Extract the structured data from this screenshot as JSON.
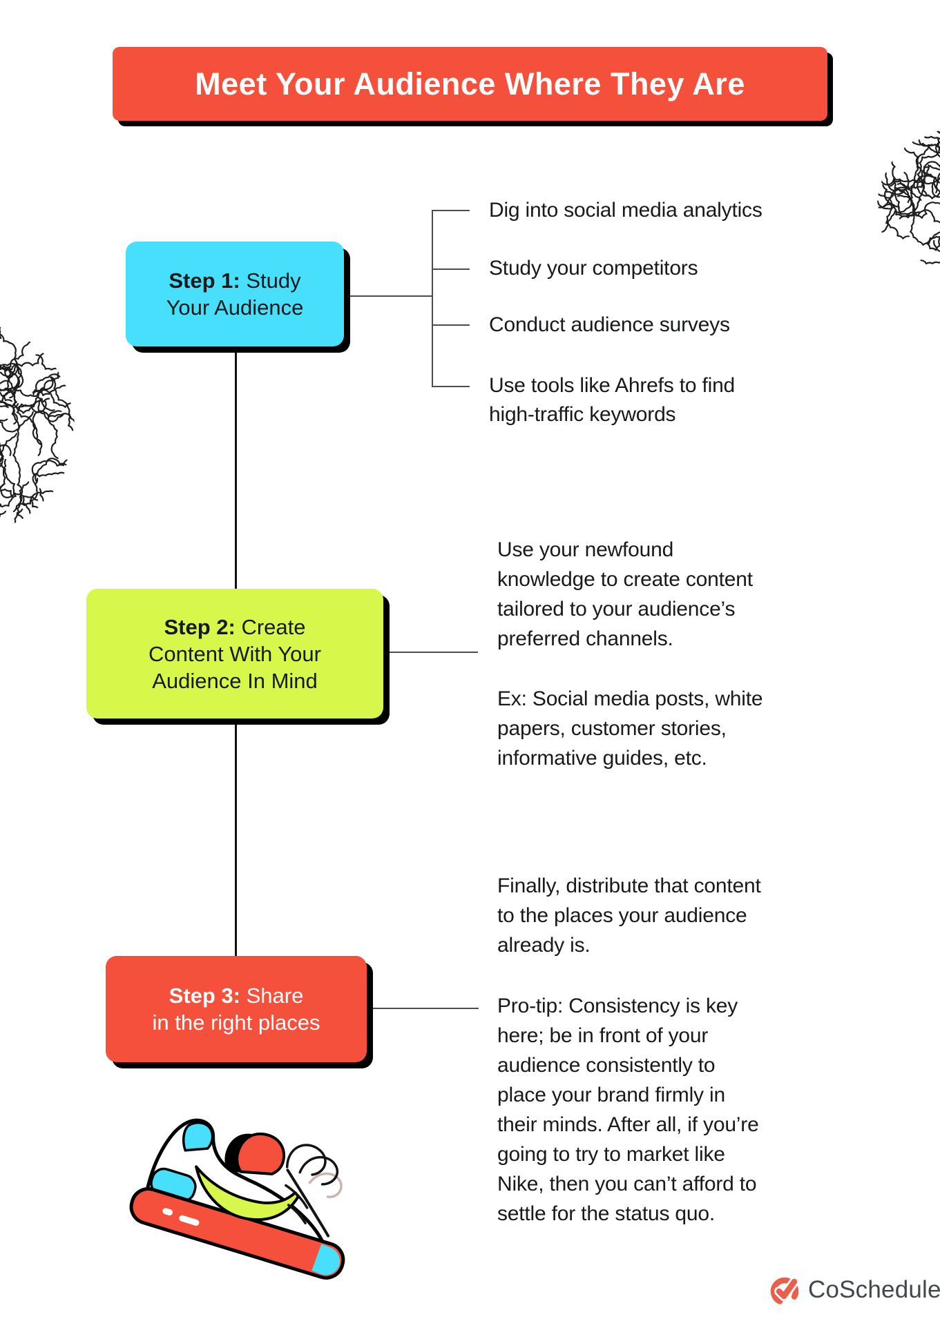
{
  "title": "Meet Your Audience Where They Are",
  "steps": [
    {
      "prefix": "Step 1:",
      "rest": " Study\nYour Audience",
      "color": "#47dffc"
    },
    {
      "prefix": "Step 2:",
      "rest": " Create\nContent With Your\nAudience In Mind",
      "color": "#d7f74b"
    },
    {
      "prefix": "Step 3:",
      "rest": " Share\nin the right places",
      "color": "#f4503c"
    }
  ],
  "step1_items": [
    "Dig into social media analytics",
    "Study your competitors",
    "Conduct audience surveys",
    "Use tools like Ahrefs to find\nhigh-traffic keywords"
  ],
  "step2_paragraphs": [
    "Use your newfound\nknowledge to create content\ntailored to your audience’s\npreferred channels.",
    "Ex: Social media posts, white\npapers, customer stories,\ninformative guides, etc."
  ],
  "step3_paragraphs": [
    "Finally, distribute that content\nto the places your audience\nalready is.",
    "Pro-tip: Consistency is key\nhere; be in front of your\naudience consistently to\nplace your brand firmly in\ntheir minds. After all, if you’re\ngoing to try to market like\nNike, then you can’t afford to\nsettle for the status quo."
  ],
  "footer": {
    "brand": "CoSchedule"
  },
  "icons": {
    "fingerprint_top_right": "squiggle-circle-pattern",
    "fingerprint_left": "squiggle-circle-pattern",
    "sneaker": "nike-style-shoe-illustration",
    "coschedule_mark": "coral-circle-checkmark"
  },
  "colors": {
    "accent_red": "#f4503c",
    "accent_cyan": "#47dffc",
    "accent_green": "#d7f74b",
    "ink": "#17191b",
    "line_gray": "#4c4c4c",
    "brand_coral": "#e8604c",
    "brand_gray": "#42474d",
    "background": "#ffffff"
  }
}
